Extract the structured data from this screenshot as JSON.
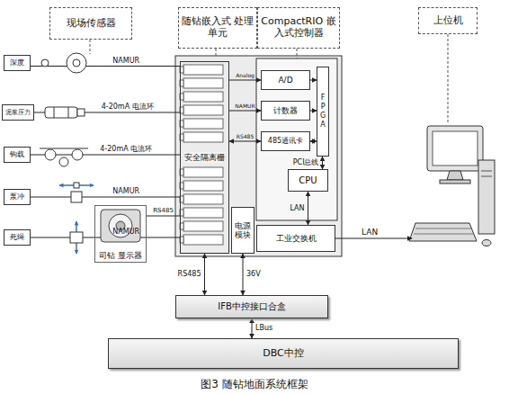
{
  "diagram": {
    "caption": "图3 随钻地面系统框架",
    "nodes": [
      {
        "text": [
          "现场传感器"
        ]
      },
      {
        "text": [
          "随钻嵌入式 处理单元"
        ]
      },
      {
        "text": [
          "CompactRIO 嵌入式控制器"
        ]
      },
      {
        "text": [
          "上位机"
        ]
      },
      {
        "text": [
          "深度"
        ]
      },
      {
        "text": [
          "泥浆压力"
        ]
      },
      {
        "text": [
          "钩载"
        ]
      },
      {
        "text": [
          "泵冲"
        ]
      },
      {
        "text": [
          "死绳"
        ]
      },
      {
        "text": [
          "安全隔离栅"
        ]
      },
      {
        "text": [
          "A/D"
        ]
      },
      {
        "text": [
          "计数器"
        ]
      },
      {
        "text": [
          "485通讯卡"
        ]
      },
      {
        "text": [
          "FPGA"
        ]
      },
      {
        "text": [
          "CPU"
        ]
      },
      {
        "text": [
          "电源 模块"
        ]
      },
      {
        "text": [
          "工业交换机"
        ]
      },
      {
        "text": [
          "司钻 显示器"
        ]
      },
      {
        "text": [
          "IFB中控接口合盒"
        ]
      },
      {
        "text": [
          "DBC中控"
        ]
      }
    ],
    "edges": [
      {
        "from": 4,
        "to": 9,
        "label": "NAMUR",
        "arrow": "none"
      },
      {
        "from": 5,
        "to": 9,
        "label": "4-20mA 电流环",
        "arrow": "none"
      },
      {
        "from": 6,
        "to": 9,
        "label": "4-20mA 电流环",
        "arrow": "none"
      },
      {
        "from": 7,
        "to": 9,
        "label": "NAMUR",
        "arrow": "none"
      },
      {
        "from": 8,
        "to": 9,
        "label": "NAMUR",
        "arrow": "none"
      },
      {
        "from": 9,
        "to": 10,
        "label": "Analog",
        "arrow": "to"
      },
      {
        "from": 9,
        "to": 11,
        "label": "NAMUR",
        "arrow": "to"
      },
      {
        "from": 9,
        "to": 12,
        "label": "RS485",
        "arrow": "both"
      },
      {
        "from": 10,
        "to": 13,
        "arrow": "to"
      },
      {
        "from": 11,
        "to": 13,
        "arrow": "to"
      },
      {
        "from": 12,
        "to": 13,
        "arrow": "both"
      },
      {
        "from": 13,
        "to": 14,
        "label": "PCI总线",
        "arrow": "both"
      },
      {
        "from": 14,
        "to": 16,
        "label": "LAN",
        "arrow": "both"
      },
      {
        "from": 17,
        "to": 9,
        "label": "RS485",
        "arrow": "none"
      },
      {
        "from": 9,
        "to": 18,
        "label": "RS485",
        "arrow": "both"
      },
      {
        "from": 15,
        "to": 18,
        "label": "36V",
        "arrow": "both"
      },
      {
        "from": 18,
        "to": 19,
        "label": "LBus",
        "arrow": "both"
      }
    ],
    "labels": [
      "LAN"
    ]
  }
}
